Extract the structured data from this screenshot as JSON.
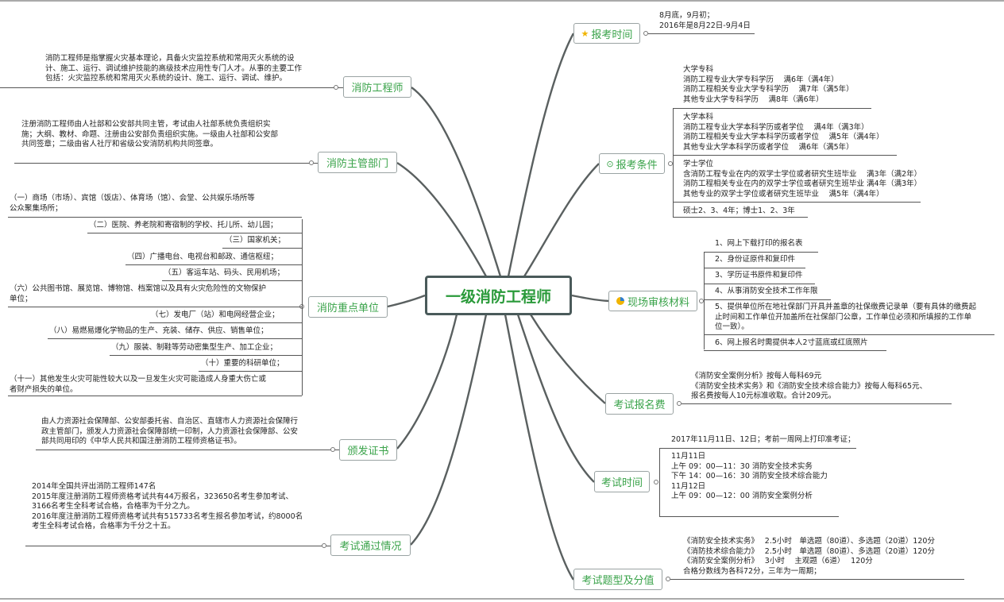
{
  "central": "一级消防工程师",
  "left_branches": {
    "engineer": {
      "label": "消防工程师",
      "lines": [
        "消防工程师是指掌握火灾基本理论，具备火灾监控系统和常用灭火系统的设",
        "计、施工、运行、调试维护技能的高级技术应用性专门人才。从事的主要工作",
        "包括：火灾监控系统和常用灭火系统的设计、施工、运行、调试、维护。"
      ]
    },
    "dept": {
      "label": "消防主管部门",
      "lines": [
        "注册消防工程师由人社部和公安部共同主管，考试由人社部系统负责组织实",
        "施；大纲、教材、命题、注册由公安部负责组织实施。一级由人社部和公安部",
        "共同签章；二级由省人社厅和省级公安消防机构共同签章。"
      ]
    },
    "units": {
      "label": "消防重点单位",
      "items": [
        [
          "（一）商场（市场）、宾馆（饭店）、体育场（馆）、会堂、公共娱乐场所等",
          "公众聚集场所；"
        ],
        [
          "（二）医院、养老院和寄宿制的学校、托儿所、幼儿园；"
        ],
        [
          "（三）国家机关；"
        ],
        [
          "（四）广播电台、电视台和邮政、通信枢纽；"
        ],
        [
          "（五）客运车站、码头、民用机场；"
        ],
        [
          "（六）公共图书馆、展览馆、博物馆、档案馆以及具有火灾危险性的文物保护",
          "单位；"
        ],
        [
          "（七）发电厂（站）和电网经营企业；"
        ],
        [
          "（八）易燃易爆化学物品的生产、充装、储存、供应、销售单位；"
        ],
        [
          "（九）服装、制鞋等劳动密集型生产、加工企业；"
        ],
        [
          "（十）重要的科研单位；"
        ],
        [
          "（十一）其他发生火灾可能性较大以及一旦发生火灾可能造成人身重大伤亡或",
          "者财产损失的单位。"
        ]
      ]
    },
    "cert": {
      "label": "颁发证书",
      "lines": [
        "由人力资源社会保障部、公安部委托省、自治区、直辖市人力资源社会保障行",
        "政主管部门，颁发人力资源社会保障部统一印制，人力资源社会保障部、公安",
        "部共同用印的《中华人民共和国注册消防工程师资格证书》。"
      ]
    },
    "pass": {
      "label": "考试通过情况",
      "lines": [
        "2014年全国共评出消防工程师147名",
        "2015年度注册消防工程师资格考试共有44万报名，323650名考生参加考试、",
        "3166名考生全科考试合格，合格率为千分之九。",
        "2016年度注册消防工程师资格考试共有515733名考生报名参加考试，约8000名",
        "考生全科考试合格，合格率为千分之十五。"
      ]
    }
  },
  "right_branches": {
    "time": {
      "label": "报考时间",
      "icon": "star-icon",
      "lines": [
        "8月底，9月初；",
        "2016年是8月22日-9月4日"
      ]
    },
    "cond": {
      "label": "报考条件",
      "icon": "target-icon",
      "groups": [
        [
          "大学专科",
          "消防工程专业大学专科学历　 满6年（满4年）",
          "消防工程相关专业大学专科学历　 满7年（满5年）",
          "其他专业大学专科学历　 满8年（满6年）"
        ],
        [
          "大学本科",
          "消防工程专业大学本科学历或者学位　 满4年（满3年）",
          "消防工程相关专业大学本科学历或者学位　 满5年（满4年）",
          "其他专业大学本科学历或者学位　 满6年（满5年）"
        ],
        [
          "学士学位",
          "含消防工程专业在内的双学士学位或者研究生班毕业　 满3年（满2年）",
          "消防工程相关专业在内的双学士学位或者研究生班毕业 满4年（满3年）",
          "其他专业的双学士学位或者研究生班毕业　 满5年（满4年）"
        ],
        [
          "硕士2、3、4年；博士1、2、3年"
        ]
      ]
    },
    "material": {
      "label": "现场审核材料",
      "icon": "progress-icon",
      "items": [
        [
          "1、网上下载打印的报名表"
        ],
        [
          "2、身份证原件和复印件"
        ],
        [
          "3、学历证书原件和复印件"
        ],
        [
          "4、从事消防安全技术工作年限"
        ],
        [
          "5、提供单位所在地社保部门开具并盖章的社保缴费记录单（要有具体的缴费起",
          "止时间和工作单位开加盖所在社保部门公章，工作单位必须和所填报的工作单",
          "位一致）。"
        ],
        [
          "6、网上报名时需提供本人2寸蓝底或红底照片"
        ]
      ]
    },
    "fee": {
      "label": "考试报名费",
      "lines": [
        "《消防安全案例分析》按每人每科69元",
        "《消防安全技术实务》和《消防安全技术综合能力》按每人每科65元、",
        "报名费按每人10元标准收取。合计209元。"
      ]
    },
    "exam_time": {
      "label": "考试时间",
      "notice": "2017年11月11日、12日；考前一周网上打印准考证；",
      "lines": [
        "11月11日",
        "上午 09：00—11：30 消防安全技术实务",
        "下午 14：00—16：30 消防安全技术综合能力",
        "11月12日",
        "上午 09：00—12：00 消防安全案例分析"
      ]
    },
    "types": {
      "label": "考试题型及分值",
      "lines": [
        "《消防安全技术实务》　 2.5小时　单选题（80道）、多选题（20道）120分",
        "《消防技术综合能力》　 2.5小时　单选题（80道）、多选题（20道）120分",
        "《消防安全案例分析》　 3小时　 主观题（6道）　 120分",
        "合格分数线为各科72分，三年为一周期；"
      ]
    }
  }
}
